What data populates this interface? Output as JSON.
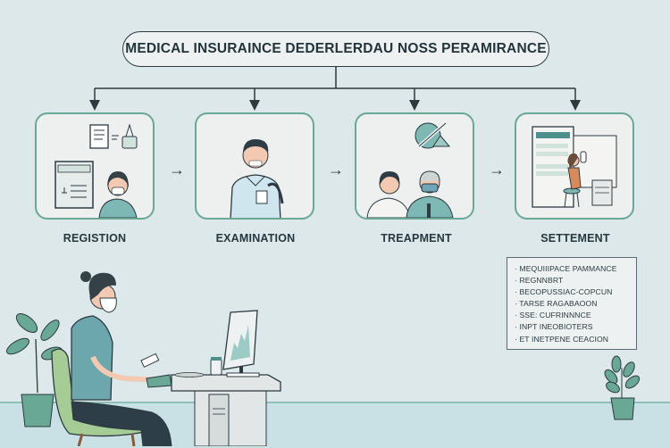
{
  "title": "MEDICAL INSURAINCE DEDERLERDAU NOSS PERAMIRANCE",
  "steps": [
    {
      "label": "REGISTION",
      "icon": "registration-icon"
    },
    {
      "label": "EXAMINATION",
      "icon": "doctor-icon"
    },
    {
      "label": "TREAPMENT",
      "icon": "treatment-icon"
    },
    {
      "label": "SETTEMENT",
      "icon": "settlement-icon"
    }
  ],
  "flow_arrow": "→",
  "legend": {
    "items": [
      "MEQUIIIPACE PAMMANCE",
      "REGNNBRT",
      "BECOPUSSIAC-COPCUN",
      "TARSE RAGABAOON",
      "SSE: CUFRINNNCE",
      "INPT INEOBIOTERS",
      "ET INETPENE CEACION"
    ]
  },
  "colors": {
    "background": "#dde8ea",
    "accent": "#6aa896",
    "floor": "#c9e0e4",
    "ink": "#243640"
  }
}
